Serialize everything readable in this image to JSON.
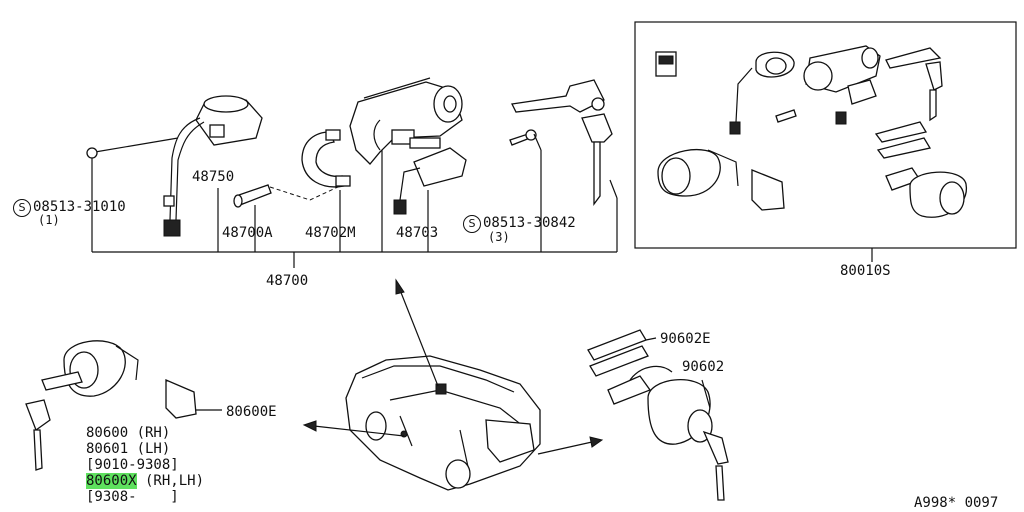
{
  "labels": {
    "bolt_1": "08513-31010",
    "bolt_1_qty": "(1)",
    "cylinder_48750": "48750",
    "part_48700a": "48700A",
    "part_48702m": "48702M",
    "part_48703": "48703",
    "screw_2": "08513-30842",
    "screw_2_qty": "(3)",
    "assembly_48700": "48700",
    "kit_80010s": "80010S",
    "clip_90602e": "90602E",
    "lock_90602": "90602",
    "clip_80600e": "80600E",
    "lock_80600_rh": "80600 (RH)",
    "lock_80601_lh": "80601 (LH)",
    "date_range_1": "[9010-9308]",
    "lock_80600x_code": "80600X",
    "lock_80600x_side": " (RH,LH)",
    "date_range_2": "[9308-    ]",
    "diagram_code": "A998* 0097"
  },
  "symbols": {
    "s_mark": "S"
  },
  "highlight_color": "#5ee05e"
}
